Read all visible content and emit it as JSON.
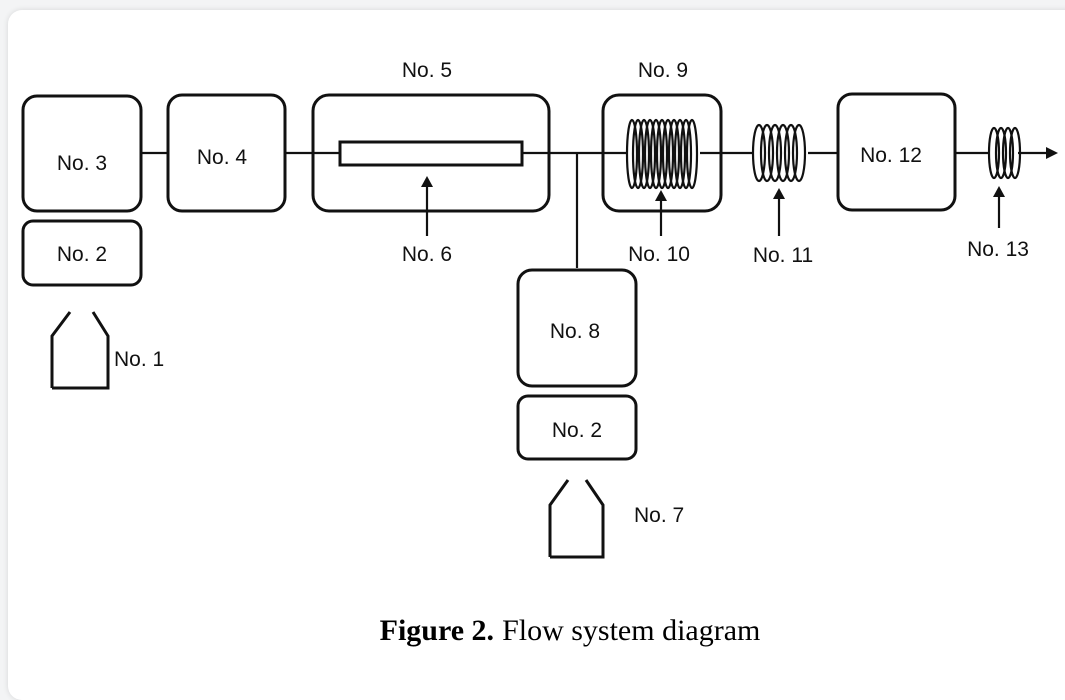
{
  "labels": {
    "no1": "No. 1",
    "no2a": "No. 2",
    "no2b": "No. 2",
    "no3": "No. 3",
    "no4": "No. 4",
    "no5": "No. 5",
    "no6": "No. 6",
    "no7": "No. 7",
    "no8": "No. 8",
    "no9": "No. 9",
    "no10": "No. 10",
    "no11": "No. 11",
    "no12": "No. 12",
    "no13": "No. 13"
  },
  "caption": {
    "prefix": "Figure 2.",
    "text": "Flow system diagram"
  }
}
